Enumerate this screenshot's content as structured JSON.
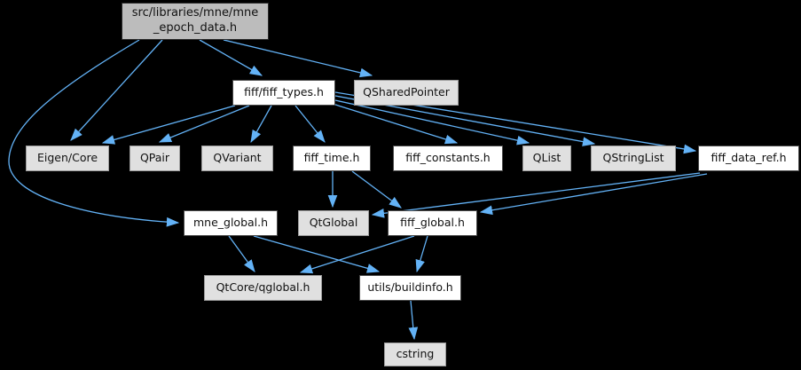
{
  "diagram": {
    "type": "include-dependency-graph",
    "description": "Doxygen-style include graph for src/libraries/mne/mne_epoch_data.h",
    "colors": {
      "background": "#000000",
      "edge": "#63b2f6",
      "project_node_fill": "#ffffff",
      "external_node_fill": "#e0e0e0",
      "current_node_fill": "#bcbcbc"
    },
    "nodes": {
      "mne_epoch_data": {
        "label": "src/libraries/mne/mne\n_epoch_data.h",
        "kind": "current"
      },
      "fiff_types": {
        "label": "fiff/fiff_types.h",
        "kind": "project"
      },
      "qsharedpointer": {
        "label": "QSharedPointer",
        "kind": "external"
      },
      "eigen_core": {
        "label": "Eigen/Core",
        "kind": "external"
      },
      "qpair": {
        "label": "QPair",
        "kind": "external"
      },
      "qvariant": {
        "label": "QVariant",
        "kind": "external"
      },
      "fiff_time": {
        "label": "fiff_time.h",
        "kind": "project"
      },
      "fiff_constants": {
        "label": "fiff_constants.h",
        "kind": "project"
      },
      "qlist": {
        "label": "QList",
        "kind": "external"
      },
      "qstringlist": {
        "label": "QStringList",
        "kind": "external"
      },
      "fiff_data_ref": {
        "label": "fiff_data_ref.h",
        "kind": "project"
      },
      "mne_global": {
        "label": "mne_global.h",
        "kind": "project"
      },
      "qtglobal": {
        "label": "QtGlobal",
        "kind": "external"
      },
      "fiff_global": {
        "label": "fiff_global.h",
        "kind": "project"
      },
      "qtcore_qglobal": {
        "label": "QtCore/qglobal.h",
        "kind": "external"
      },
      "utils_buildinfo": {
        "label": "utils/buildinfo.h",
        "kind": "project"
      },
      "cstring": {
        "label": "cstring",
        "kind": "external"
      }
    },
    "edges": [
      {
        "from": "mne_epoch_data",
        "to": "eigen_core"
      },
      {
        "from": "mne_epoch_data",
        "to": "fiff_types"
      },
      {
        "from": "mne_epoch_data",
        "to": "qsharedpointer"
      },
      {
        "from": "mne_epoch_data",
        "to": "mne_global"
      },
      {
        "from": "fiff_types",
        "to": "eigen_core"
      },
      {
        "from": "fiff_types",
        "to": "qpair"
      },
      {
        "from": "fiff_types",
        "to": "qvariant"
      },
      {
        "from": "fiff_types",
        "to": "fiff_time"
      },
      {
        "from": "fiff_types",
        "to": "fiff_constants"
      },
      {
        "from": "fiff_types",
        "to": "qlist"
      },
      {
        "from": "fiff_types",
        "to": "qstringlist"
      },
      {
        "from": "fiff_types",
        "to": "fiff_data_ref"
      },
      {
        "from": "fiff_time",
        "to": "qtglobal"
      },
      {
        "from": "fiff_time",
        "to": "fiff_global"
      },
      {
        "from": "fiff_data_ref",
        "to": "qtglobal"
      },
      {
        "from": "fiff_data_ref",
        "to": "fiff_global"
      },
      {
        "from": "mne_global",
        "to": "qtcore_qglobal"
      },
      {
        "from": "mne_global",
        "to": "utils_buildinfo"
      },
      {
        "from": "fiff_global",
        "to": "qtcore_qglobal"
      },
      {
        "from": "fiff_global",
        "to": "utils_buildinfo"
      },
      {
        "from": "utils_buildinfo",
        "to": "cstring"
      }
    ]
  }
}
